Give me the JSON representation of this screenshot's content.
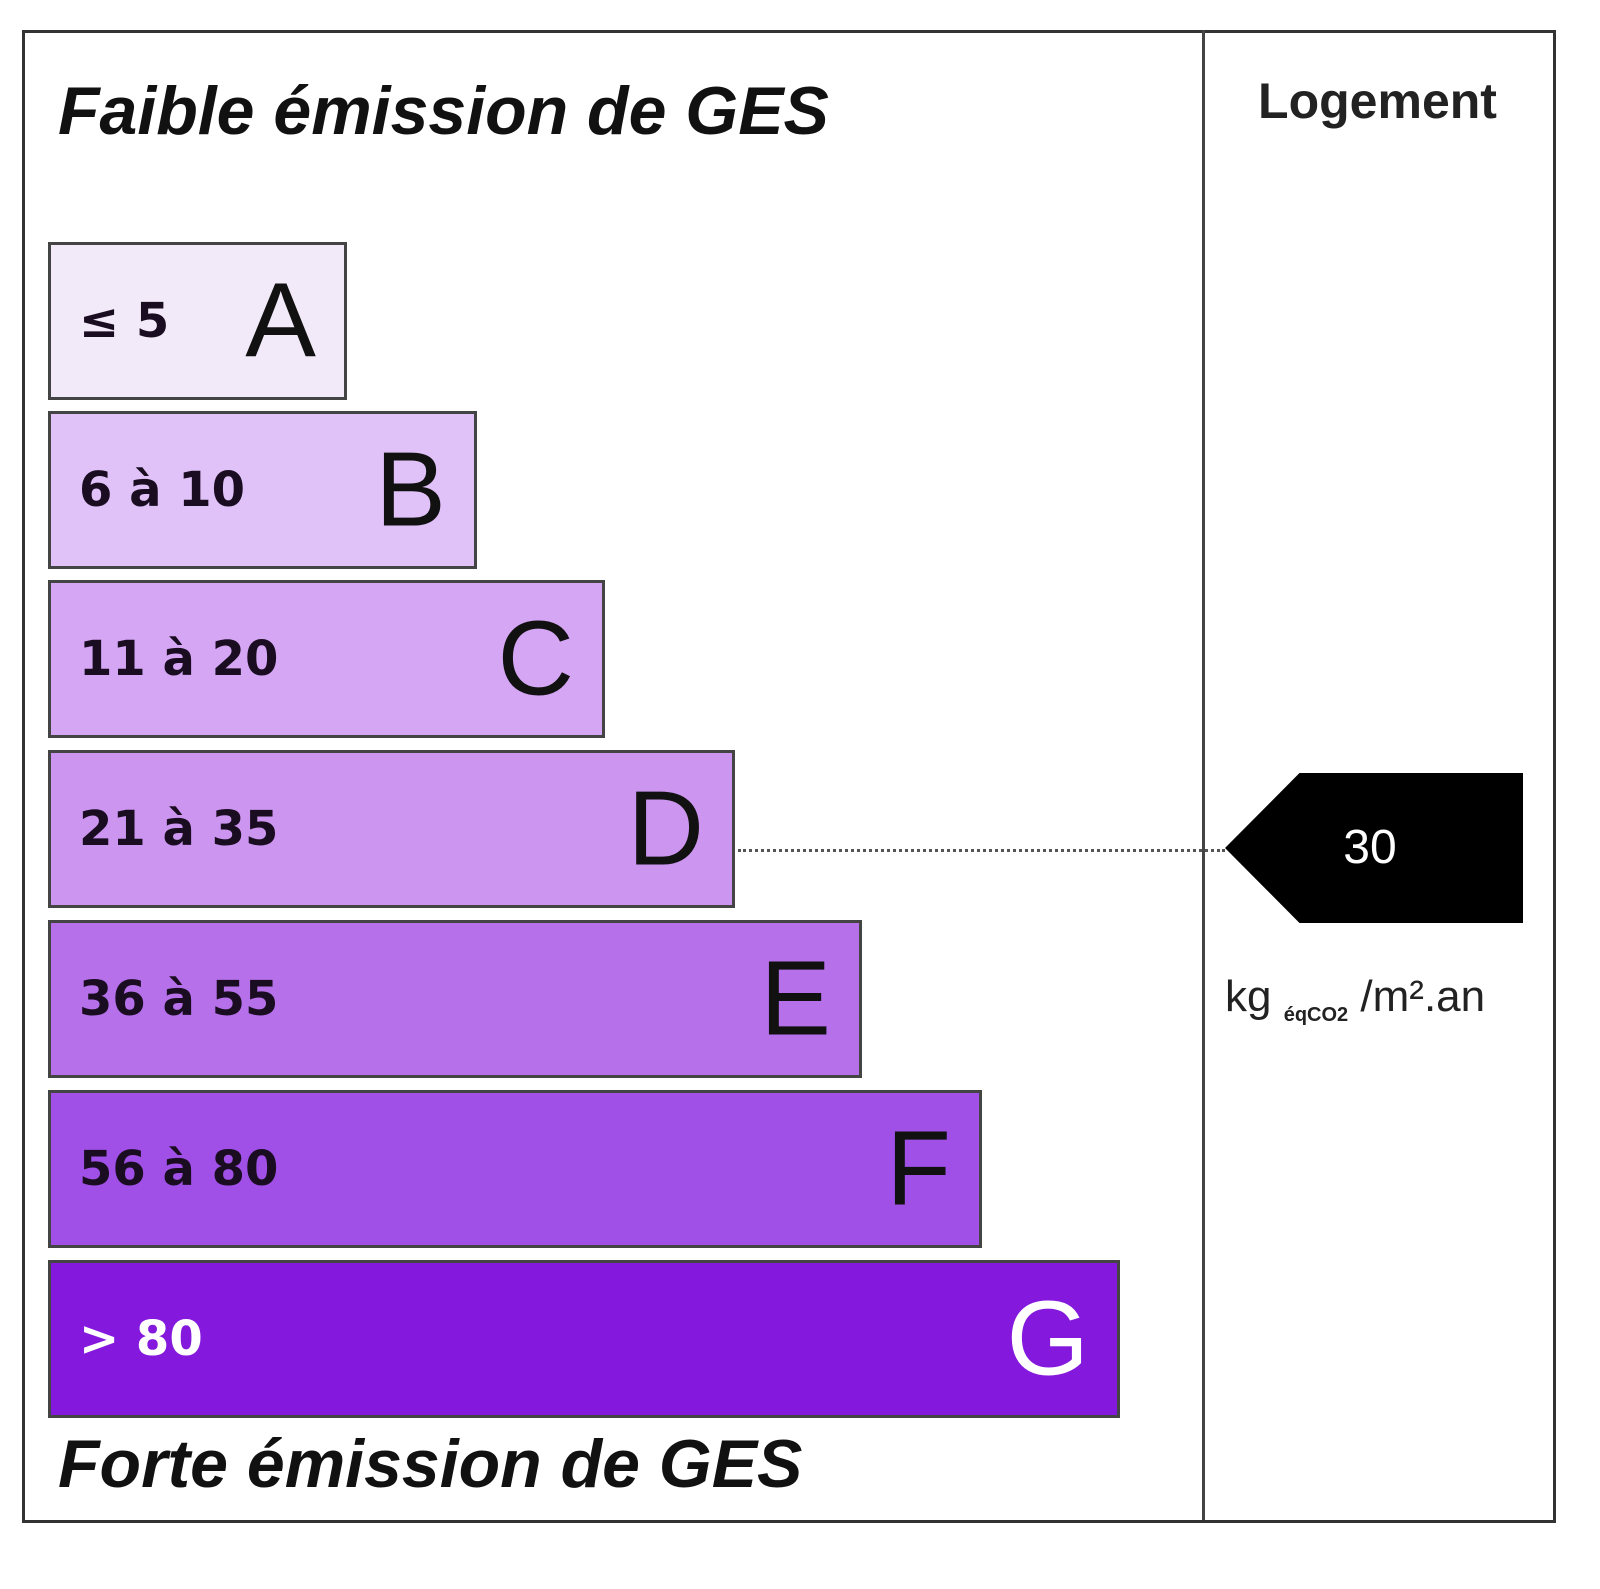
{
  "header": {
    "top_label": "Faible émission de GES",
    "bottom_label": "Forte émission de GES",
    "column_title": "Logement"
  },
  "classes": [
    {
      "letter": "A",
      "range": "≤ 5",
      "color": "#f2eaf8"
    },
    {
      "letter": "B",
      "range": "6 à 10",
      "color": "#e0c2f8"
    },
    {
      "letter": "C",
      "range": "11 à 20",
      "color": "#d4a6f4"
    },
    {
      "letter": "D",
      "range": "21 à 35",
      "color": "#cb95f0"
    },
    {
      "letter": "E",
      "range": "36 à 55",
      "color": "#b570ea"
    },
    {
      "letter": "F",
      "range": "56 à 80",
      "color": "#a050e6"
    },
    {
      "letter": "G",
      "range": "> 80",
      "color": "#8418dc"
    }
  ],
  "indicator": {
    "value": "30",
    "class": "D"
  },
  "unit": {
    "main": "kg",
    "sub": "éqCO2",
    "tail": "/m².an"
  }
}
